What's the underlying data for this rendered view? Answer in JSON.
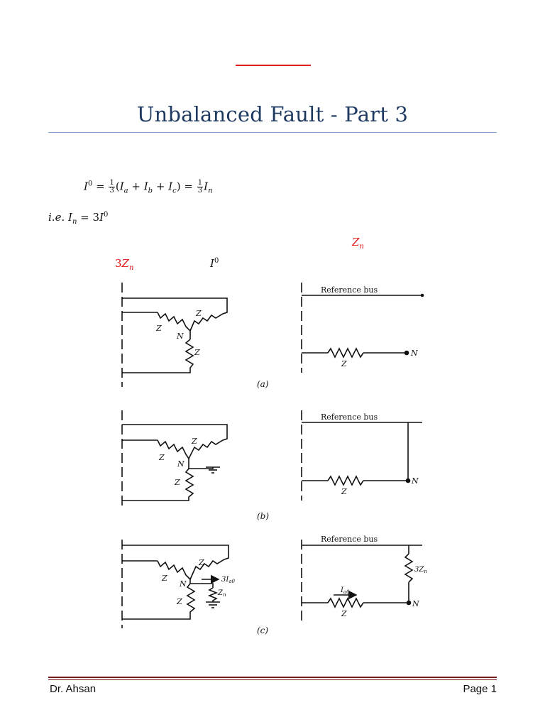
{
  "title": "Unbalanced Fault - Part 3",
  "equations": {
    "eq1": {
      "lhs": "I",
      "lhs_sup": "0",
      "frac_num": "1",
      "frac_den": "3",
      "open": "(",
      "Ia": "I",
      "Ia_sub": "a",
      "plus": "+",
      "Ib": "I",
      "Ib_sub": "b",
      "Ic": "I",
      "Ic_sub": "c",
      "close": ")",
      "equals": "=",
      "In": "I",
      "In_sub": "n"
    },
    "eq2": {
      "ie": "i.e.",
      "In": "I",
      "In_sub": "n",
      "equals": "=",
      "coef": "3",
      "I0": "I",
      "I0_sup": "0"
    }
  },
  "labels": {
    "zn": "Z",
    "zn_sub": "n",
    "three_zn_coef": "3",
    "three_zn": "Z",
    "three_zn_sub": "n",
    "i0": "I",
    "i0_sup": "0"
  },
  "figures": {
    "fig_a": {
      "label": "(a)",
      "ref_bus": "Reference bus",
      "z": "Z",
      "n": "N"
    },
    "fig_b": {
      "label": "(b)",
      "ref_bus": "Reference bus",
      "z": "Z",
      "n": "N"
    },
    "fig_c": {
      "label": "(c)",
      "ref_bus": "Reference bus",
      "z": "Z",
      "n": "N",
      "three_zn": "3Z",
      "three_zn_sub": "n",
      "zn": "Z",
      "zn_sub": "n",
      "three_ia0": "3I",
      "three_ia0_sub": "a0",
      "ia0": "I",
      "ia0_sub": "a0"
    }
  },
  "footer": {
    "author": "Dr. Ahsan",
    "page": "Page 1"
  },
  "colors": {
    "title": "#1f3a60",
    "accent_red": "#e01010",
    "footer_rule": "#7a1a1a",
    "title_rule": "#7aa0cf"
  }
}
